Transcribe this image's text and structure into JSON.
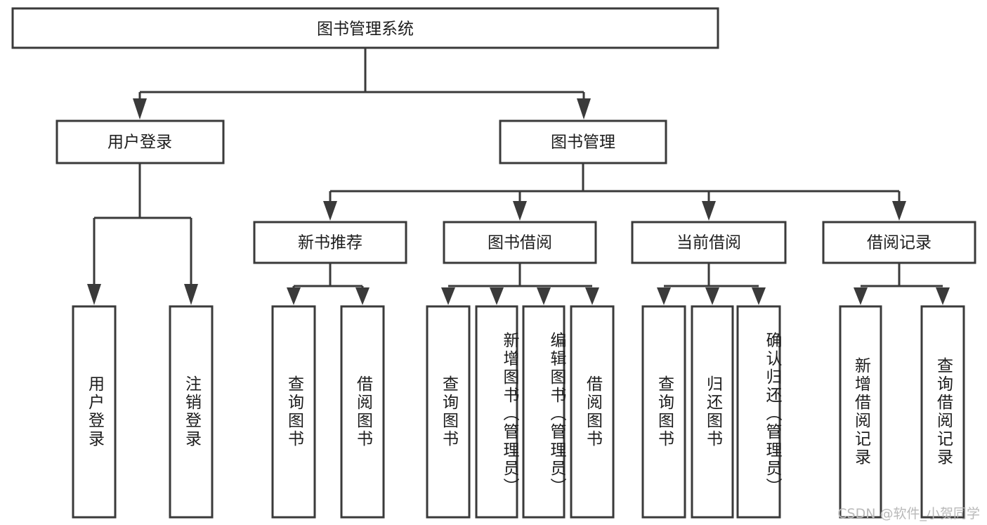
{
  "diagram": {
    "title": "图书管理系统",
    "type": "hierarchy-tree",
    "watermark": "CSDN @软件_小贺同学",
    "colors": {
      "box_stroke": "#3a3a3a",
      "box_fill": "#ffffff",
      "text": "#1c1c1c",
      "connector": "#3a3a3a",
      "background": "#ffffff",
      "watermark": "#b9b9b9"
    },
    "root": {
      "label": "图书管理系统"
    },
    "level2": [
      {
        "label": "用户登录"
      },
      {
        "label": "图书管理"
      }
    ],
    "level3": [
      {
        "label": "新书推荐"
      },
      {
        "label": "图书借阅"
      },
      {
        "label": "当前借阅"
      },
      {
        "label": "借阅记录"
      }
    ],
    "leaves": {
      "user_login": [
        {
          "label": "用户登录"
        },
        {
          "label": "注销登录"
        }
      ],
      "new_book_recommend": [
        {
          "label": "查询图书"
        },
        {
          "label": "借阅图书"
        }
      ],
      "book_borrow": [
        {
          "label": "查询图书"
        },
        {
          "label": "新增图书（管理员）"
        },
        {
          "label": "编辑图书（管理员）"
        },
        {
          "label": "借阅图书"
        }
      ],
      "current_borrow": [
        {
          "label": "查询图书"
        },
        {
          "label": "归还图书"
        },
        {
          "label": "确认归还（管理员）"
        }
      ],
      "borrow_record": [
        {
          "label": "新增借阅记录"
        },
        {
          "label": "查询借阅记录"
        }
      ]
    }
  }
}
